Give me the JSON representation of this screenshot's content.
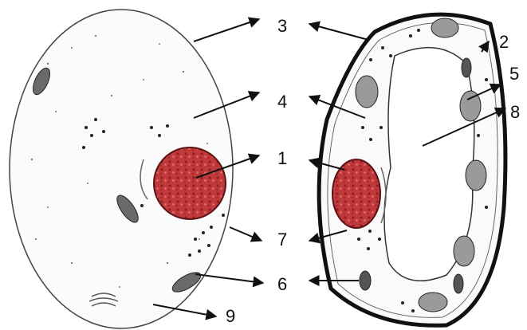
{
  "diagram": {
    "labels": {
      "l1": "1",
      "l2": "2",
      "l3": "3",
      "l4": "4",
      "l5": "5",
      "l6": "6",
      "l7": "7",
      "l8": "8",
      "l9": "9"
    },
    "colors": {
      "nucleus": "#c0393b",
      "nucleus_dark": "#7a1416",
      "ink": "#1a1a1a",
      "membrane": "#555555"
    },
    "icons": [
      "animal-cell",
      "plant-cell"
    ]
  }
}
